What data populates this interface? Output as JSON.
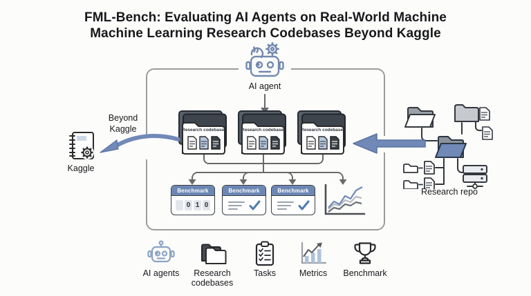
{
  "title": {
    "line1": "FML-Bench: Evaluating AI Agents on Real-World Machine",
    "line2": "Machine Learning Research Codebases Beyond Kaggle"
  },
  "diagram": {
    "ai_agent_label": "AI agent",
    "beyond_kaggle": {
      "line1": "Beyond",
      "line2": "Kaggle"
    },
    "kaggle_label": "Kaggle",
    "research_repo_label": "Research repo",
    "folders": [
      {
        "label": "Research codebases"
      },
      {
        "label": "Research codebases"
      },
      {
        "label": "Research codebases"
      }
    ],
    "benchmark_cards": [
      {
        "header": "Benchmark",
        "type": "binary",
        "digits": [
          "0",
          "1",
          "0"
        ]
      },
      {
        "header": "Benchmark",
        "type": "checklist"
      },
      {
        "header": "Benchmark",
        "type": "checklist"
      }
    ]
  },
  "legend": {
    "items": [
      {
        "label": "AI agents",
        "icon": "robot-icon"
      },
      {
        "label": "Research codebases",
        "icon": "folder-stack-icon"
      },
      {
        "label": "Tasks",
        "icon": "clipboard-icon"
      },
      {
        "label": "Metrics",
        "icon": "bar-chart-icon"
      },
      {
        "label": "Benchmark",
        "icon": "trophy-icon"
      }
    ]
  },
  "colors": {
    "accent_blue": "#7089b7",
    "accent_blue_dark": "#5a73a1",
    "card_header_blue": "#6d87b4",
    "arrow_gray": "#6a6a6a",
    "outline_dark": "#2b2b2b"
  }
}
